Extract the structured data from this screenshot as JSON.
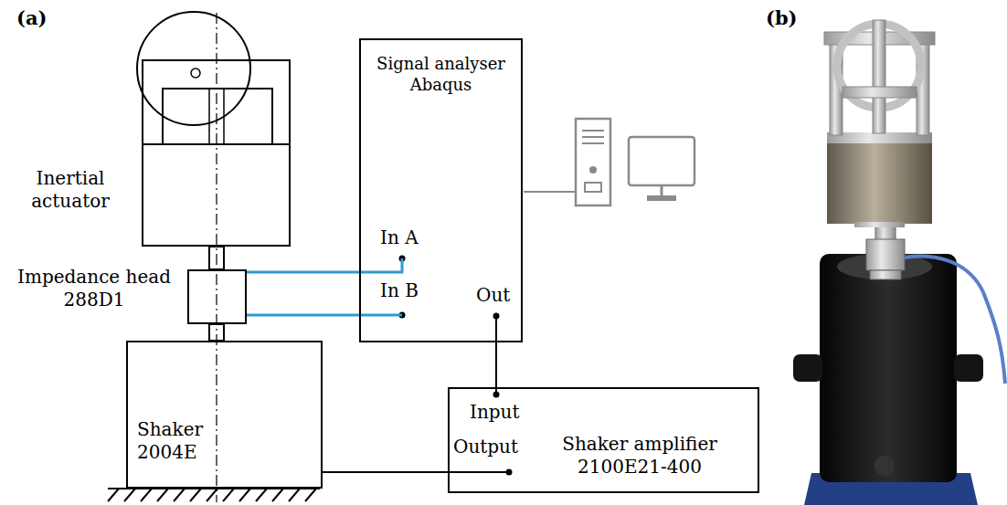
{
  "diagram": {
    "nodes": [
      {
        "text": [
          "Inertial actuator"
        ]
      },
      {
        "text": [
          "Impedance head 288D1"
        ]
      },
      {
        "text": [
          "Shaker 2004E"
        ]
      },
      {
        "text": [
          "Signal analyser Abaqus"
        ]
      },
      {
        "text": [
          "Shaker amplifier 2100E21-400"
        ]
      }
    ],
    "edges": [
      {
        "from": 1,
        "to": 3,
        "arrow": "none"
      },
      {
        "from": 1,
        "to": 3,
        "arrow": "none"
      },
      {
        "from": 3,
        "to": 4,
        "arrow": "none"
      },
      {
        "from": 4,
        "to": 2,
        "arrow": "none"
      }
    ],
    "labels": [
      "(a)",
      "(b)",
      "In A",
      "In B",
      "Out",
      "Input",
      "Output"
    ]
  }
}
